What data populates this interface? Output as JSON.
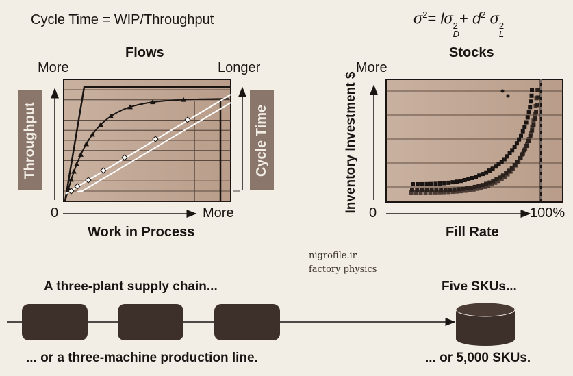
{
  "header": {
    "left_formula": "Cycle Time = WIP/Throughput",
    "right_formula": "σ² = lσ²_D + d² σ²_L"
  },
  "flows": {
    "title": "Flows",
    "y_top_label": "More",
    "y2_top_label": "Longer",
    "y_axis_label": "Throughput",
    "y2_axis_label": "Cycle Time",
    "x_zero": "0",
    "x_end": "More",
    "x_axis_label": "Work in Process"
  },
  "stocks": {
    "title": "Stocks",
    "y_top_label": "More",
    "y_axis_label": "Inventory Investment $",
    "x_zero": "0",
    "x_end": "100%",
    "x_axis_label": "Fill Rate"
  },
  "watermark": {
    "line1": "nigrofile.ir",
    "line2": "factory physics"
  },
  "supply": {
    "top_left": "A three-plant supply chain...",
    "bottom_left": "... or a three-machine production line.",
    "top_right": "Five SKUs...",
    "bottom_right": "... or 5,000 SKUs."
  },
  "colors": {
    "background": "#f2ede5",
    "plot_fill": "#c2a896",
    "label_box": "#8a766a",
    "ink": "#1a1512"
  }
}
